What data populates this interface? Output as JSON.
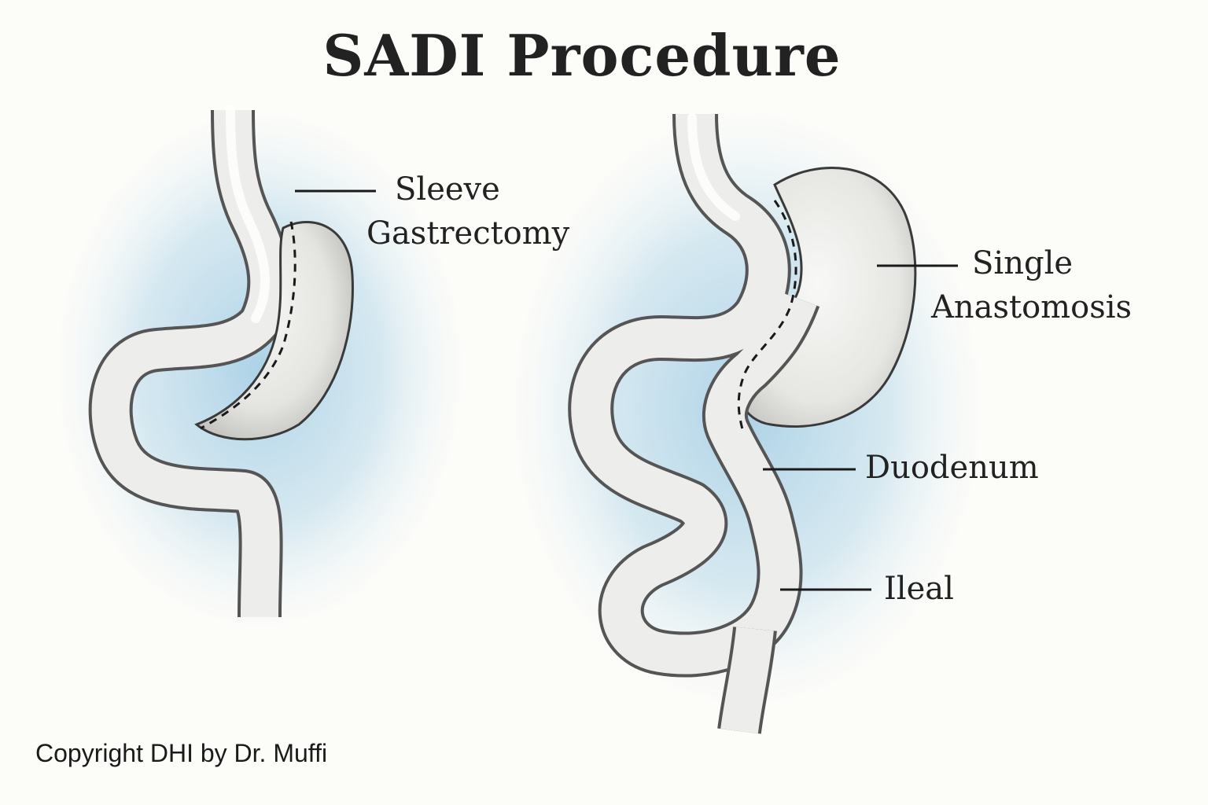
{
  "title": "SADI Procedure",
  "labels": {
    "sleeve_line1": "Sleeve",
    "sleeve_line2": "Gastrectomy",
    "single_line1": "Single",
    "single_line2": "Anastomosis",
    "duodenum": "Duodenum",
    "ileal": "Ileal"
  },
  "copyright": "Copyright DHI by Dr. Muffi",
  "colors": {
    "background": "#fcfcf9",
    "wash": "#9fcbe3",
    "organ_fill": "#eeeeec",
    "outline": "#3a3a3a",
    "text": "#222222"
  }
}
